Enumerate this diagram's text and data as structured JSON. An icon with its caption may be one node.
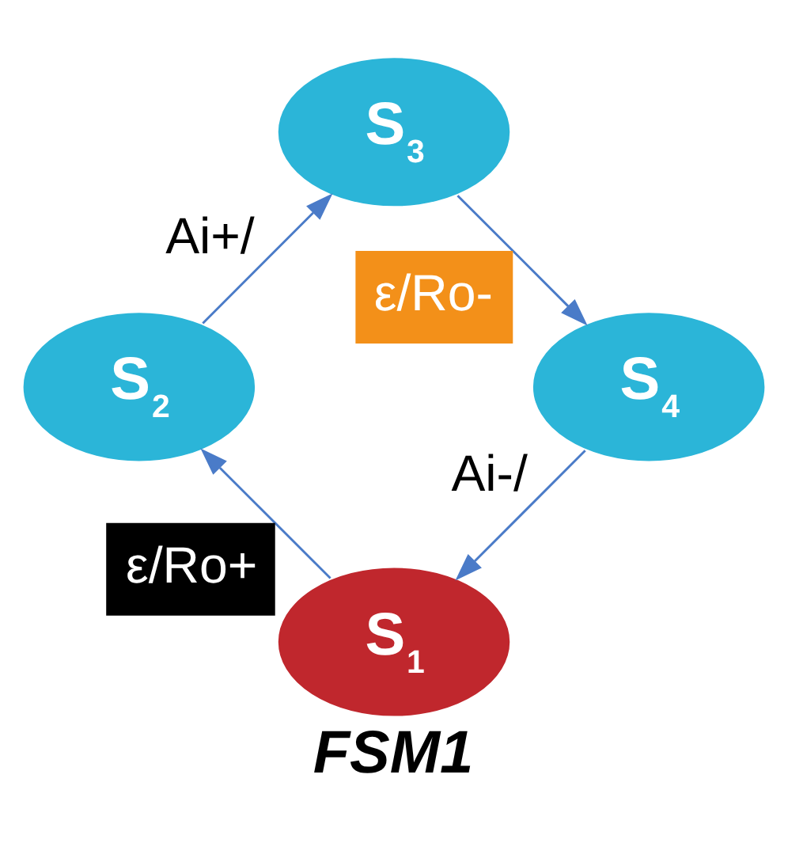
{
  "diagram": {
    "caption": "FSM1",
    "nodes": [
      {
        "text": [
          "S$_{1}$"
        ]
      },
      {
        "text": [
          "S$_{2}$"
        ]
      },
      {
        "text": [
          "S$_{3}$"
        ]
      },
      {
        "text": [
          "S$_{4}$"
        ]
      }
    ],
    "edges": [
      {
        "from": 0,
        "to": 1,
        "arrow": "to",
        "label": "ε/Ro+"
      },
      {
        "from": 1,
        "to": 2,
        "arrow": "to",
        "label": "Ai+/"
      },
      {
        "from": 2,
        "to": 3,
        "arrow": "to",
        "label": "ε/Ro-"
      },
      {
        "from": 3,
        "to": 0,
        "arrow": "to",
        "label": "Ai-/"
      }
    ]
  }
}
